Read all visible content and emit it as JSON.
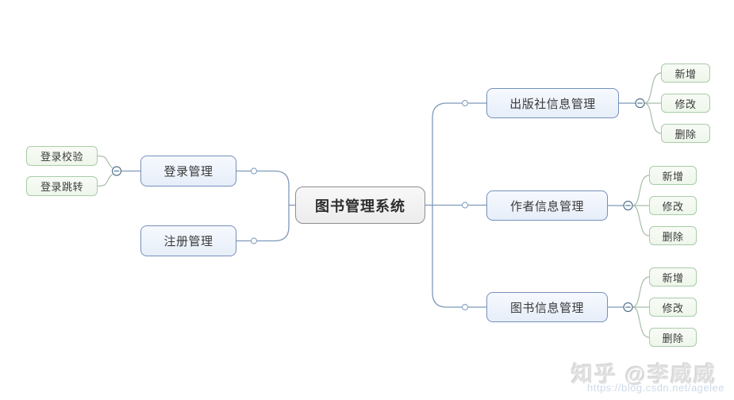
{
  "mindmap": {
    "root": {
      "label": "图书管理系统"
    },
    "left": [
      {
        "label": "登录管理",
        "children": [
          "登录校验",
          "登录跳转"
        ],
        "collapse_state": "expanded"
      },
      {
        "label": "注册管理",
        "children": []
      }
    ],
    "right": [
      {
        "label": "出版社信息管理",
        "children": [
          "新增",
          "修改",
          "删除"
        ],
        "collapse_state": "expanded"
      },
      {
        "label": "作者信息管理",
        "children": [
          "新增",
          "修改",
          "删除"
        ],
        "collapse_state": "expanded"
      },
      {
        "label": "图书信息管理",
        "children": [
          "新增",
          "修改",
          "删除"
        ],
        "collapse_state": "expanded"
      }
    ],
    "collapse_glyph": "−"
  },
  "colors": {
    "branch_node_border": "#7590bc",
    "branch_node_fill": "#ecf2fb",
    "leaf_node_border": "#a8cca8",
    "leaf_node_fill": "#f1f8f0",
    "root_node_border": "#8e8e8e",
    "root_node_fill": "#f1f1f1",
    "branch_line": "#7e99ba",
    "leaf_line": "#a8bda8",
    "collapse_icon_stroke": "#54738f",
    "handle_stroke": "#8fa8c8",
    "text": "#3a3a3a"
  },
  "watermark": {
    "brand": "知乎 @李威威",
    "url": "https://blog.csdn.net/agelee"
  }
}
